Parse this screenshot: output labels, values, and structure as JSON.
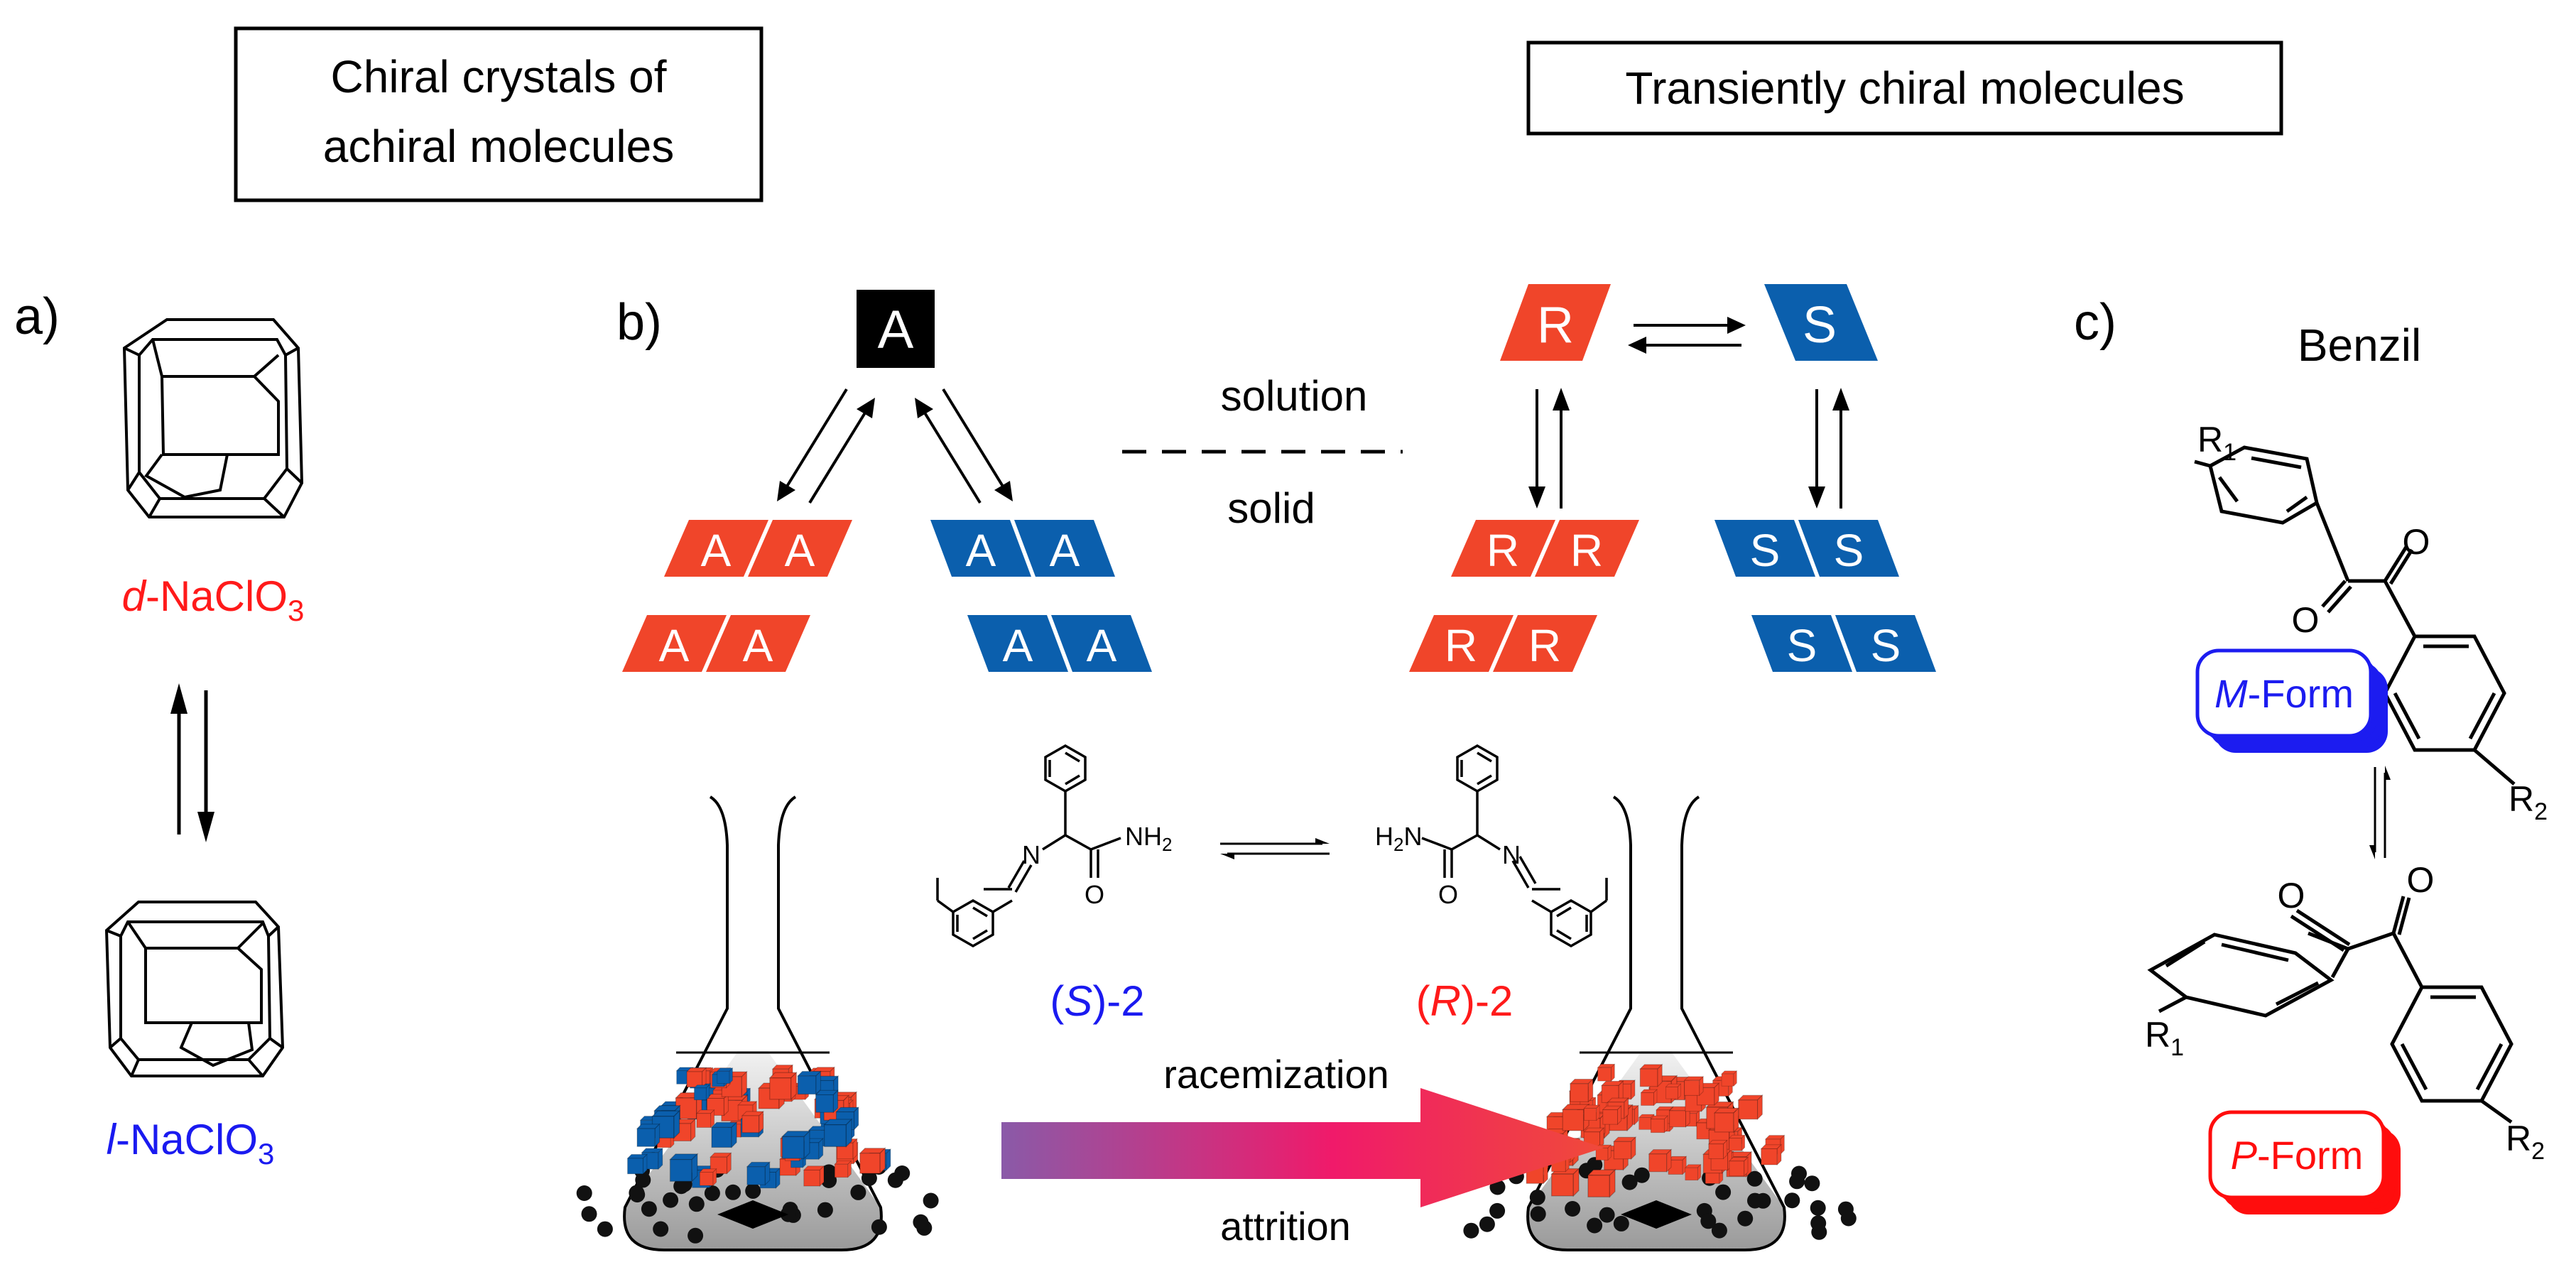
{
  "headers": {
    "left": [
      "Chiral crystals of",
      "achiral molecules"
    ],
    "right": "Transiently chiral molecules"
  },
  "panels": {
    "a": "a)",
    "b": "b)",
    "c": "c)"
  },
  "panel_a": {
    "top_label": {
      "prefix": "d",
      "suffix": "-NaClO",
      "sub": "3"
    },
    "bottom_label": {
      "prefix": "l",
      "suffix": "-NaClO",
      "sub": "3"
    }
  },
  "panel_b": {
    "A": "A",
    "R": "R",
    "S": "S",
    "solution": "solution",
    "solid": "solid",
    "left_mol_label": {
      "open": "(",
      "letter": "S",
      "close": ")-2"
    },
    "right_mol_label": {
      "open": "(",
      "letter": "R",
      "close": ")-2"
    },
    "nh2_left": "NH",
    "nh2_left_sub": "2",
    "h2n_right_pre": "H",
    "h2n_right_sub": "2",
    "h2n_right_post": "N",
    "o": "O",
    "n": "N",
    "racemization": "racemization",
    "attrition": "attrition",
    "colors": {
      "red": "#f0452a",
      "blue": "#0b5fad",
      "black": "#000000"
    }
  },
  "panel_c": {
    "title": "Benzil",
    "r1": "R",
    "r1_sub": "1",
    "r2": "R",
    "r2_sub": "2",
    "o": "O",
    "m_form": {
      "letter": "M",
      "rest": "-Form"
    },
    "p_form": {
      "letter": "P",
      "rest": "-Form"
    },
    "colors": {
      "m": "#1c1cf0",
      "p": "#ff0d0d"
    }
  }
}
